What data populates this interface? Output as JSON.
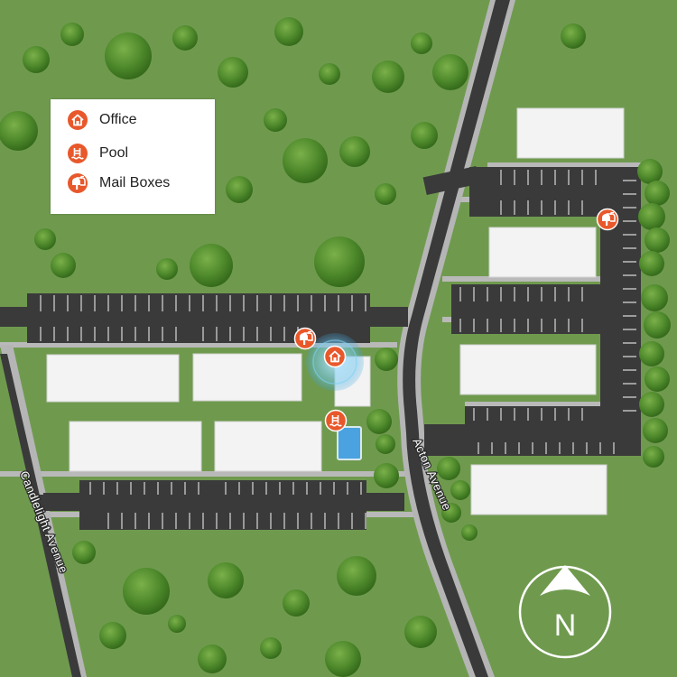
{
  "legend": {
    "items": [
      {
        "label": "Office",
        "icon": "office-icon"
      },
      {
        "label": "Pool",
        "icon": "pool-icon"
      },
      {
        "label": "Mail Boxes",
        "icon": "mailbox-icon"
      }
    ]
  },
  "roads": {
    "acton": "Acton Avenue",
    "candlelight": "Candlelight Avenue"
  },
  "compass": {
    "letter": "N"
  },
  "colors": {
    "grass": "#6f9a4e",
    "road": "#3a3a3a",
    "sidewalk": "#b5b5b5",
    "building": "#f2f2f2",
    "marker": "#e8582b",
    "pool": "#4aa3e0",
    "tree": "#4f8a2c"
  }
}
